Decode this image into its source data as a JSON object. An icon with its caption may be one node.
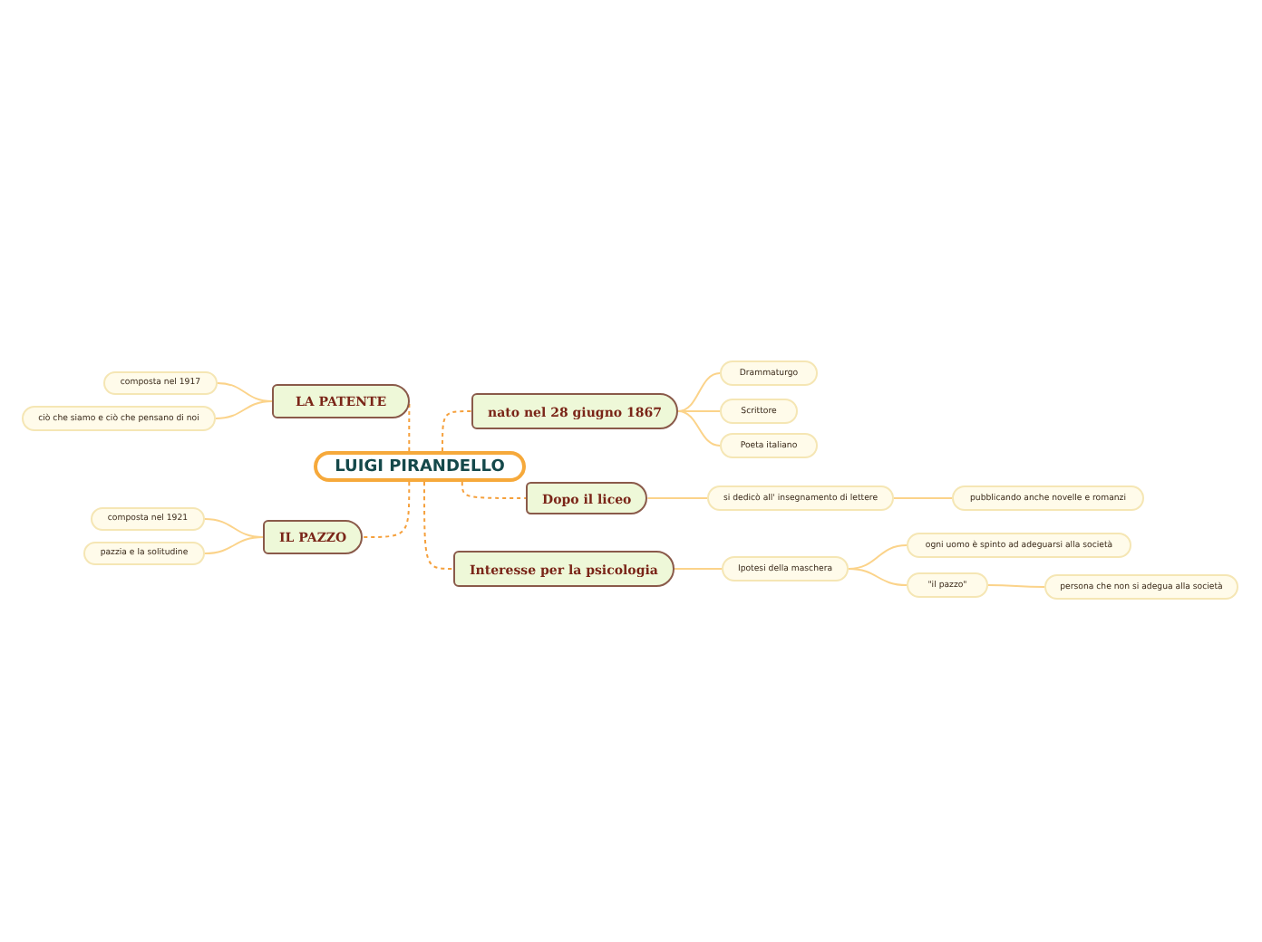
{
  "diagram": {
    "nodes": [
      {
        "text": [
          "LUIGI PIRANDELLO"
        ]
      },
      {
        "text": [
          "LA PATENTE"
        ]
      },
      {
        "text": [
          "composta nel 1917"
        ]
      },
      {
        "text": [
          "ciò che siamo e ciò che pensano di noi"
        ]
      },
      {
        "text": [
          "IL PAZZO"
        ]
      },
      {
        "text": [
          "composta nel 1921"
        ]
      },
      {
        "text": [
          "pazzia e la solitudine"
        ]
      },
      {
        "text": [
          "nato nel 28 giugno 1867"
        ]
      },
      {
        "text": [
          "Drammaturgo"
        ]
      },
      {
        "text": [
          "Scrittore"
        ]
      },
      {
        "text": [
          "Poeta italiano"
        ]
      },
      {
        "text": [
          "Dopo il liceo"
        ]
      },
      {
        "text": [
          "si dedicò all' insegnamento di lettere"
        ]
      },
      {
        "text": [
          "pubblicando anche novelle e romanzi"
        ]
      },
      {
        "text": [
          "Interesse per la psicologia"
        ]
      },
      {
        "text": [
          "Ipotesi della maschera"
        ]
      },
      {
        "text": [
          "ogni uomo è spinto ad adeguarsi alla società"
        ]
      },
      {
        "text": [
          "\"il pazzo\""
        ]
      },
      {
        "text": [
          "persona che non si adegua alla società"
        ]
      }
    ],
    "edges": [
      {
        "from": 0,
        "to": 1,
        "arrow": "none",
        "style": "dashed",
        "color": "#f5a03c"
      },
      {
        "from": 1,
        "to": 2,
        "arrow": "none"
      },
      {
        "from": 1,
        "to": 3,
        "arrow": "none"
      },
      {
        "from": 0,
        "to": 4,
        "arrow": "none",
        "style": "dashed",
        "color": "#f5a03c"
      },
      {
        "from": 4,
        "to": 5,
        "arrow": "none"
      },
      {
        "from": 4,
        "to": 6,
        "arrow": "none"
      },
      {
        "from": 0,
        "to": 7,
        "arrow": "none",
        "style": "dashed",
        "color": "#f5a03c"
      },
      {
        "from": 7,
        "to": 8,
        "arrow": "none"
      },
      {
        "from": 7,
        "to": 9,
        "arrow": "none"
      },
      {
        "from": 7,
        "to": 10,
        "arrow": "none"
      },
      {
        "from": 0,
        "to": 11,
        "arrow": "none",
        "style": "dashed",
        "color": "#f5a03c"
      },
      {
        "from": 11,
        "to": 12,
        "arrow": "none"
      },
      {
        "from": 12,
        "to": 13,
        "arrow": "none"
      },
      {
        "from": 0,
        "to": 14,
        "arrow": "none",
        "style": "dashed",
        "color": "#f5a03c"
      },
      {
        "from": 14,
        "to": 15,
        "arrow": "none"
      },
      {
        "from": 15,
        "to": 16,
        "arrow": "none"
      },
      {
        "from": 15,
        "to": 17,
        "arrow": "none"
      },
      {
        "from": 17,
        "to": 18,
        "arrow": "none"
      }
    ]
  }
}
